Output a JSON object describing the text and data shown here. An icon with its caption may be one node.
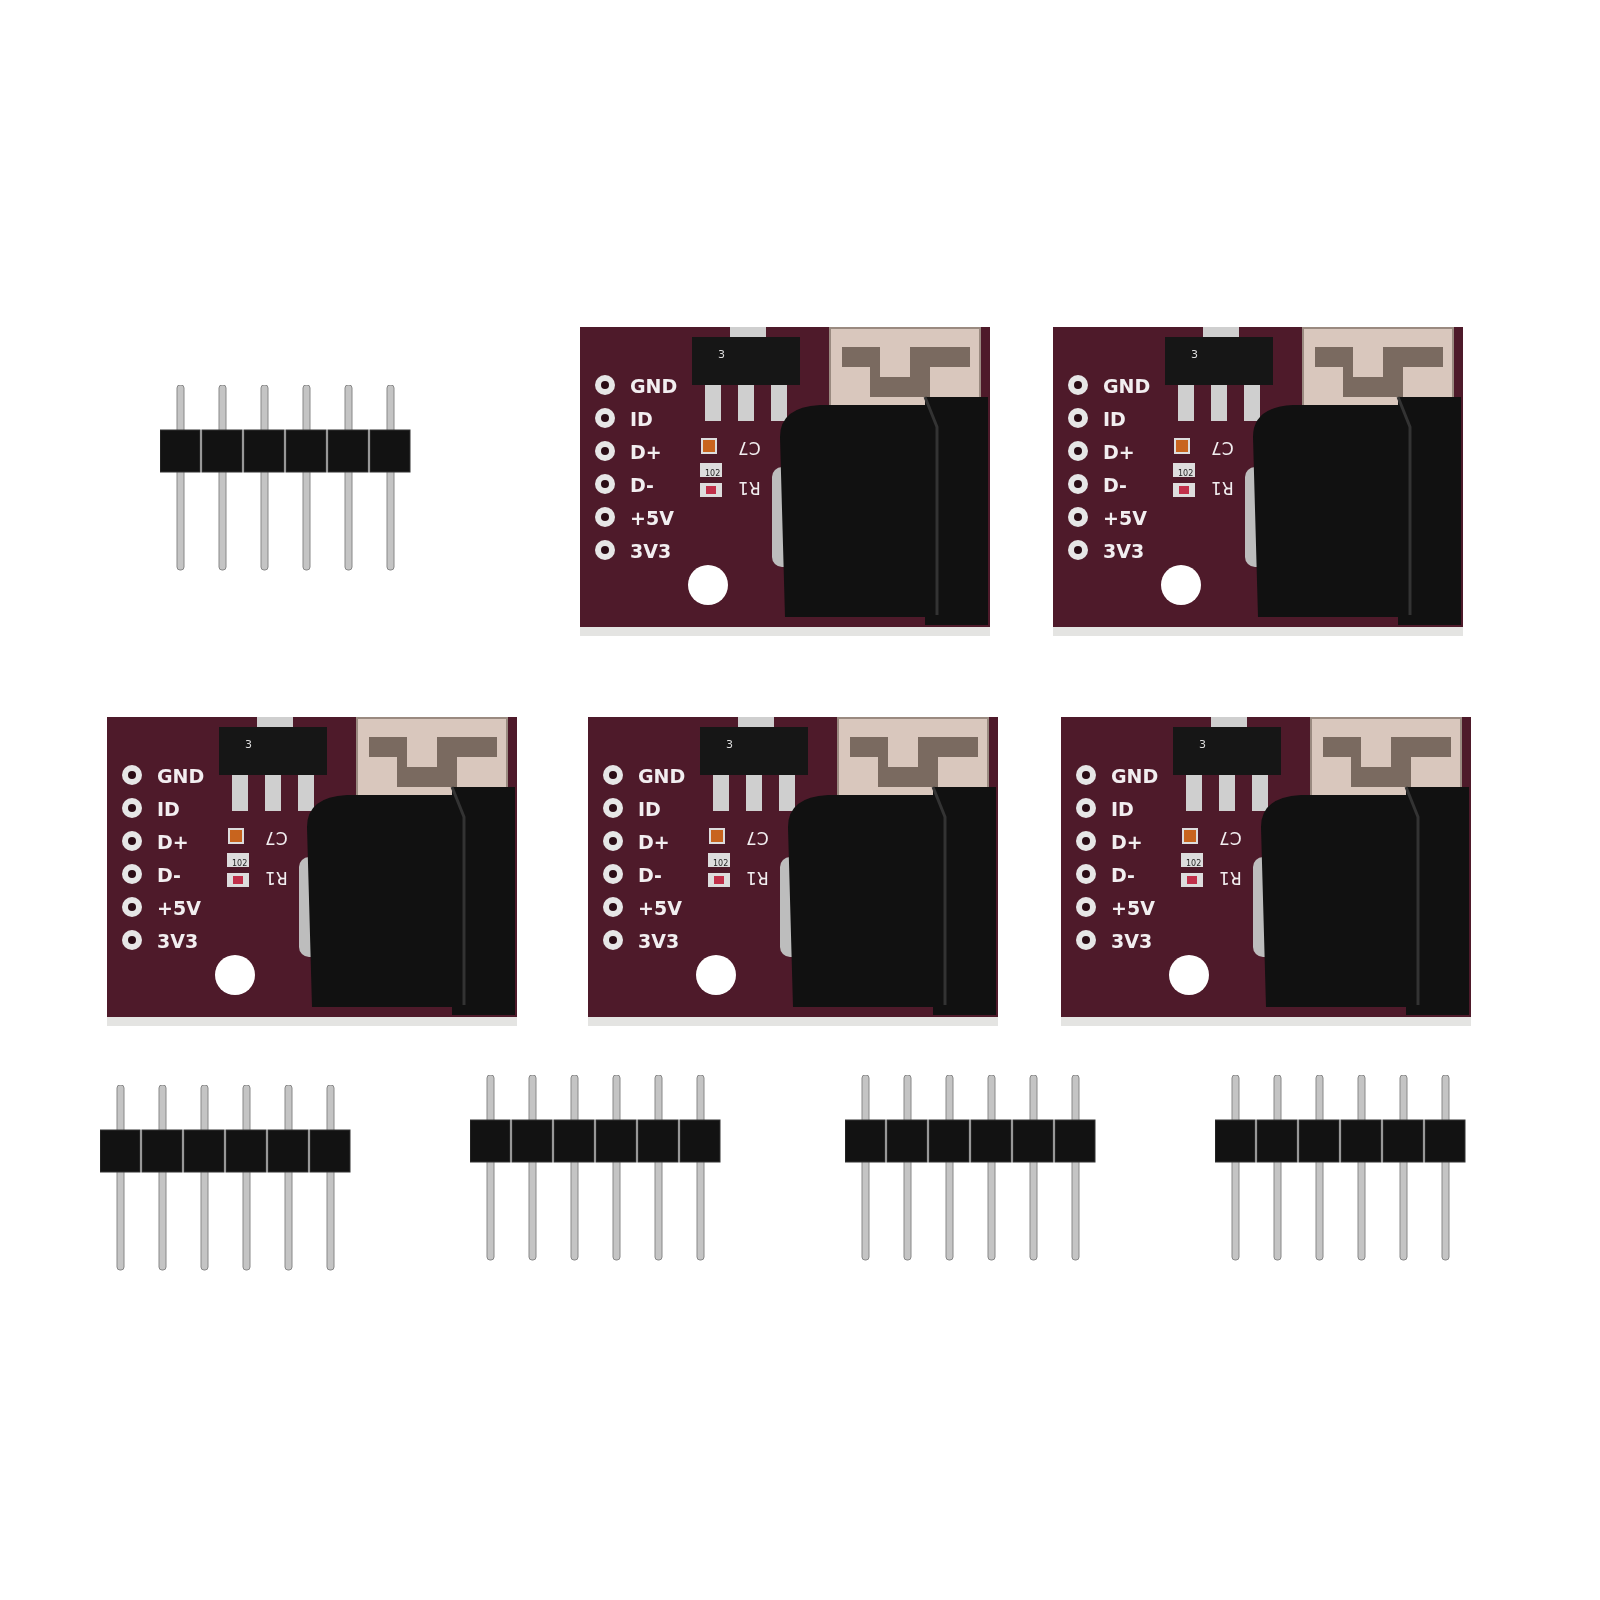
{
  "diagram": {
    "nodes": [
      {
        "text": [
          "3",
          "GND",
          "ID",
          "D+",
          "D-",
          "+5V",
          "3V3",
          "C7",
          "102",
          "R1"
        ]
      },
      {
        "text": [
          "3",
          "GND",
          "ID",
          "D+",
          "D-",
          "+5V",
          "3V3",
          "C7",
          "102",
          "R1"
        ]
      },
      {
        "text": [
          "3",
          "GND",
          "ID",
          "D+",
          "D-",
          "+5V",
          "3V3",
          "C7",
          "102",
          "R1"
        ]
      },
      {
        "text": [
          "3",
          "GND",
          "ID",
          "D+",
          "D-",
          "+5V",
          "3V3",
          "C7",
          "102",
          "R1"
        ]
      },
      {
        "text": [
          "3",
          "GND",
          "ID",
          "D+",
          "D-",
          "+5V",
          "3V3",
          "C7",
          "102",
          "R1"
        ]
      }
    ]
  }
}
